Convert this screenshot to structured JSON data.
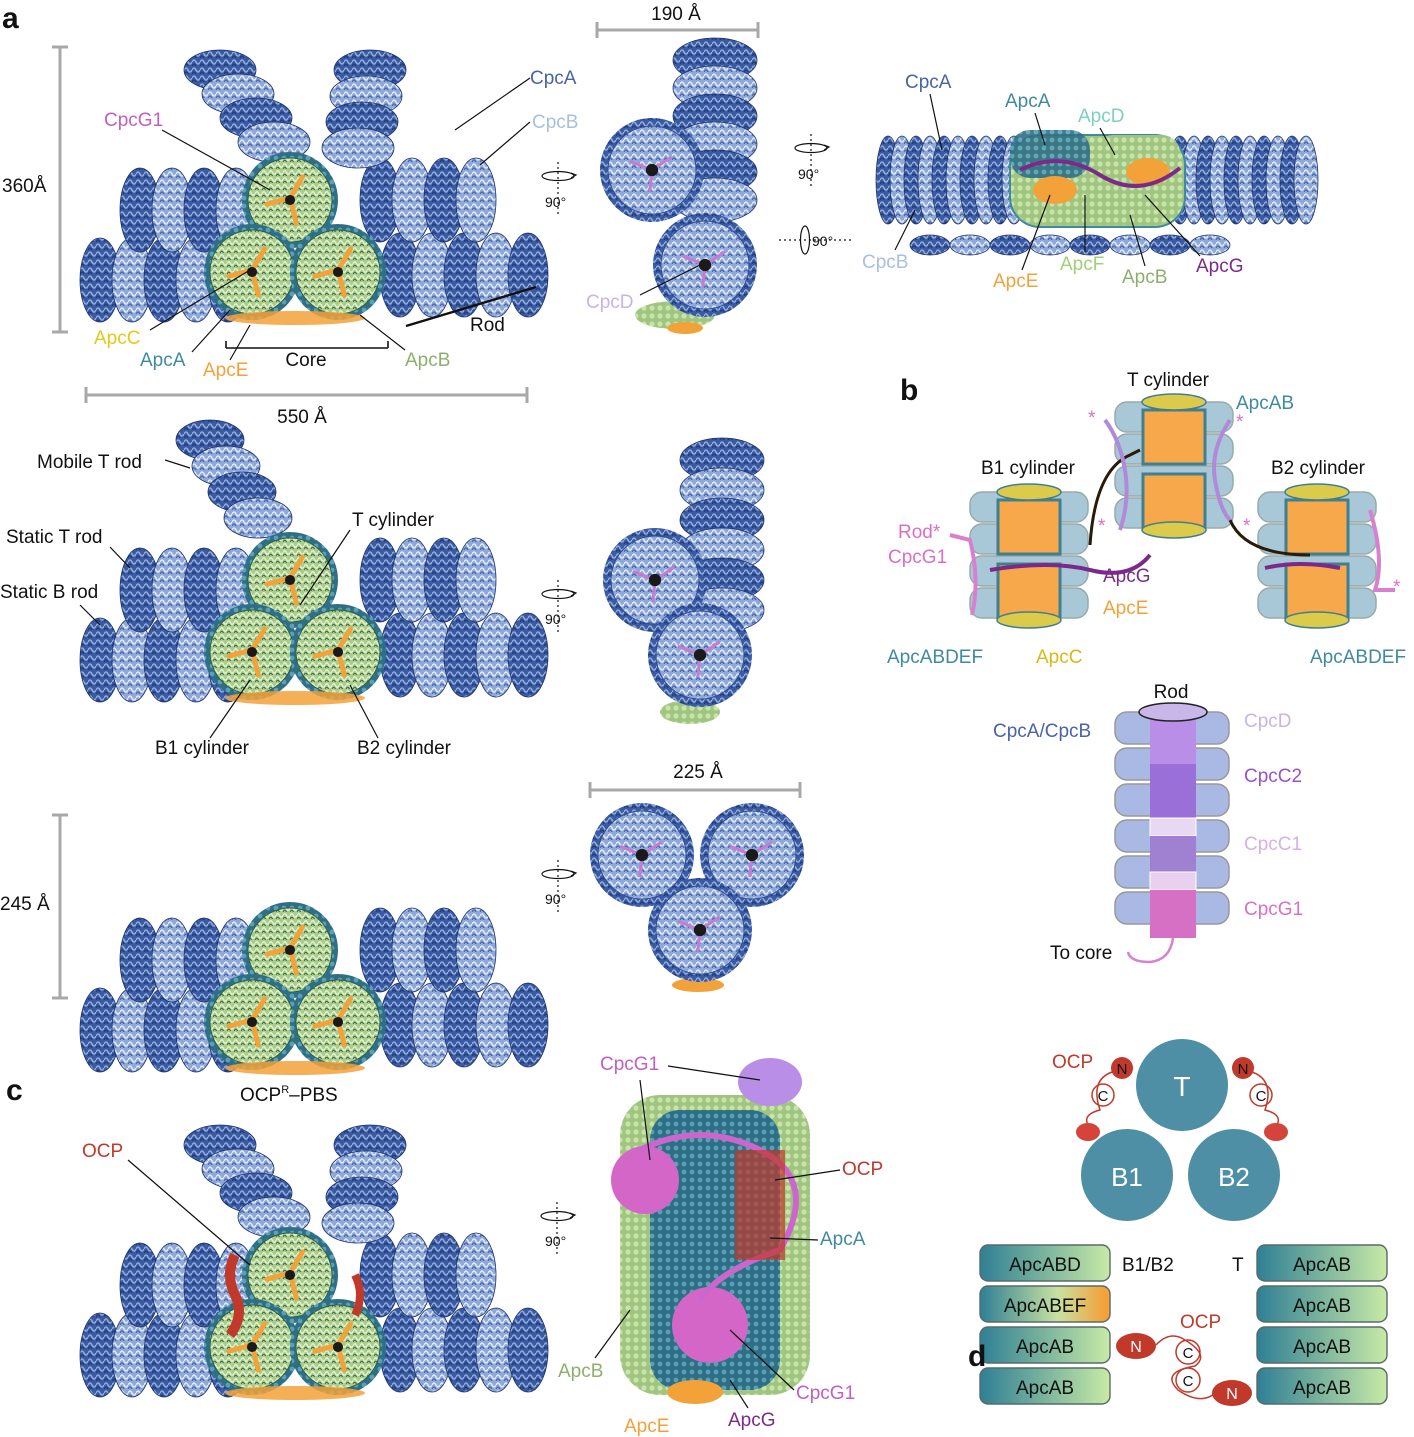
{
  "colors": {
    "cpcA": "#4a62a8",
    "cpcB": "#a9bfe2",
    "cpcD": "#c9b4e6",
    "cpcG1": "#d466c8",
    "apcA": "#3f8aa1",
    "apcB": "#8fae6e",
    "apcC": "#e6cc2a",
    "apcD": "#7fcfbf",
    "apcE": "#f3a23a",
    "apcF": "#9fd07a",
    "apcG": "#7b2a8a",
    "ocp": "#c0392b",
    "coreGreen": "#b7d89a",
    "rodDark": "#2f4f96",
    "rodLight": "#9db6df",
    "cylinderTeal": "#4e8fa6",
    "scaleBar": "#a8a8a8",
    "black": "#111111"
  },
  "panel_letters": {
    "a": "a",
    "b": "b",
    "c": "c",
    "d": "d"
  },
  "panel_a": {
    "top": {
      "height_label": "360Å",
      "width_label": "550 Å",
      "labels": {
        "cpcG1": "CpcG1",
        "cpcA": "CpcA",
        "cpcB": "CpcB",
        "apcC": "ApcC",
        "apcA": "ApcA",
        "apcE": "ApcE",
        "core": "Core",
        "apcB": "ApcB",
        "rod": "Rod"
      },
      "rotation": "90°"
    },
    "side_view": {
      "width_label": "190 Å",
      "cpcD": "CpcD"
    },
    "right_view": {
      "cpcA": "CpcA",
      "apcA": "ApcA",
      "apcD": "ApcD",
      "cpcB": "CpcB",
      "apcE": "ApcE",
      "apcF": "ApcF",
      "apcB": "ApcB",
      "apcG": "ApcG",
      "rot_top": "90°",
      "rot_side": "90°"
    },
    "middle": {
      "mobile_t_rod": "Mobile T rod",
      "static_t_rod": "Static T rod",
      "static_b_rod": "Static B rod",
      "t_cylinder": "T cylinder",
      "b1_cylinder": "B1 cylinder",
      "b2_cylinder": "B2 cylinder",
      "rotation": "90°"
    },
    "bottom": {
      "height_label": "245 Å",
      "width_label": "225 Å",
      "rotation": "90°"
    }
  },
  "panel_b": {
    "t_cylinder": "T cylinder",
    "apcAB": "ApcAB",
    "b1_cylinder": "B1 cylinder",
    "b2_cylinder": "B2 cylinder",
    "rod_star": "Rod*",
    "cpcG1": "CpcG1",
    "apcG": "ApcG",
    "apcE": "ApcE",
    "apcABDEF_left": "ApcABDEF",
    "apcC": "ApcC",
    "apcABDEF_right": "ApcABDEF",
    "star": "*",
    "rod": "Rod",
    "cpcA_cpcB": "CpcA/CpcB",
    "cpcD": "CpcD",
    "cpcC2": "CpcC2",
    "cpcC1": "CpcC1",
    "cpcG1_rod": "CpcG1",
    "to_core": "To core"
  },
  "panel_c": {
    "title": "OCPR–PBS",
    "title_main_1": "OCP",
    "title_sup": "R",
    "title_main_2": "–PBS",
    "ocp_left": "OCP",
    "cpcG1_top": "CpcG1",
    "ocp_right": "OCP",
    "apcA": "ApcA",
    "apcB": "ApcB",
    "cpcG1_bottom": "CpcG1",
    "apcE": "ApcE",
    "apcG": "ApcG",
    "rotation": "90°"
  },
  "panel_d": {
    "ocp": "OCP",
    "n": "N",
    "c": "C",
    "t": "T",
    "b1": "B1",
    "b2": "B2",
    "b1b2_label": "B1/B2",
    "t_label": "T",
    "left_stack": [
      "ApcABD",
      "ApcABEF",
      "ApcAB",
      "ApcAB"
    ],
    "right_stack": [
      "ApcAB",
      "ApcAB",
      "ApcAB",
      "ApcAB"
    ],
    "ocp_center": "OCP"
  }
}
